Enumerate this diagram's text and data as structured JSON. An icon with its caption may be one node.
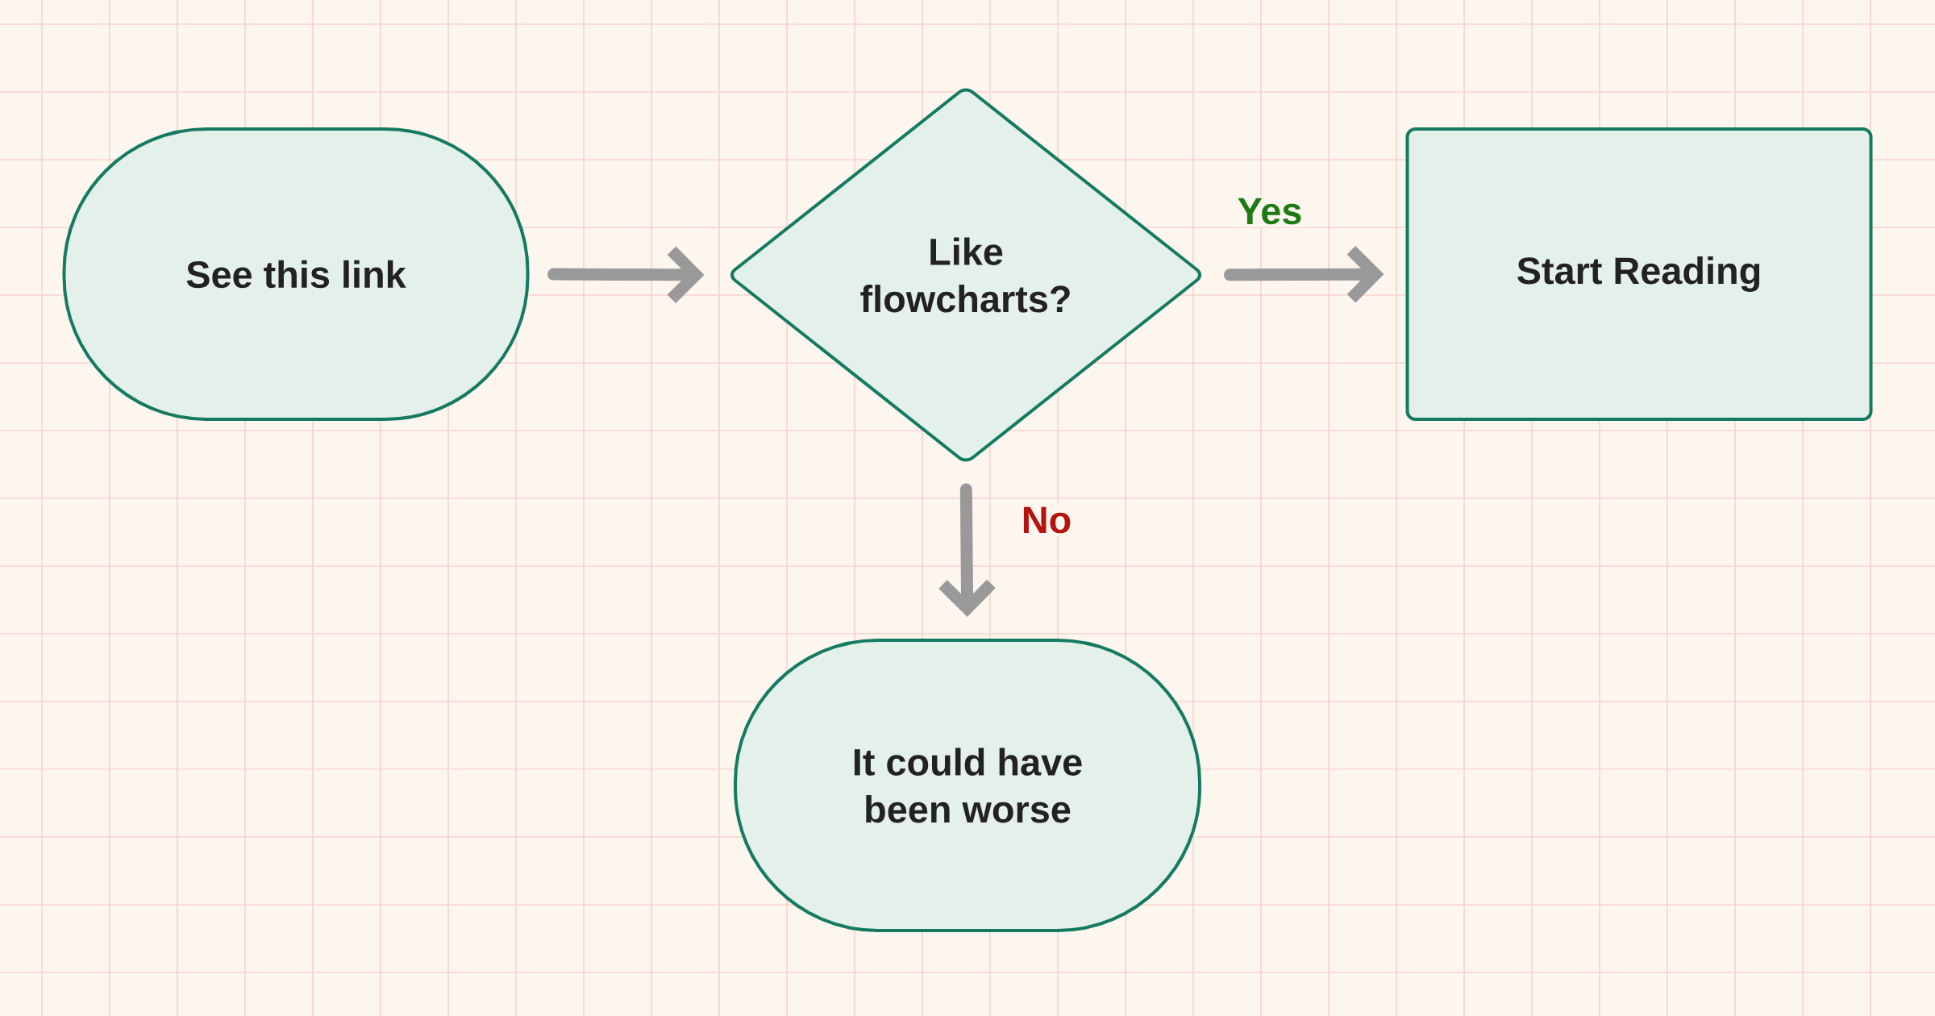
{
  "diagram": {
    "nodes": [
      {
        "text": [
          "See this link"
        ]
      },
      {
        "text": [
          "Like flowcharts?"
        ]
      },
      {
        "text": [
          "Start Reading"
        ]
      },
      {
        "text": [
          "It could have been worse"
        ]
      }
    ],
    "edges": [
      {
        "from": 0,
        "to": 1,
        "arrow": "to"
      },
      {
        "from": 1,
        "to": 2,
        "arrow": "to",
        "label": "Yes"
      },
      {
        "from": 1,
        "to": 3,
        "arrow": "to",
        "label": "No"
      }
    ]
  }
}
